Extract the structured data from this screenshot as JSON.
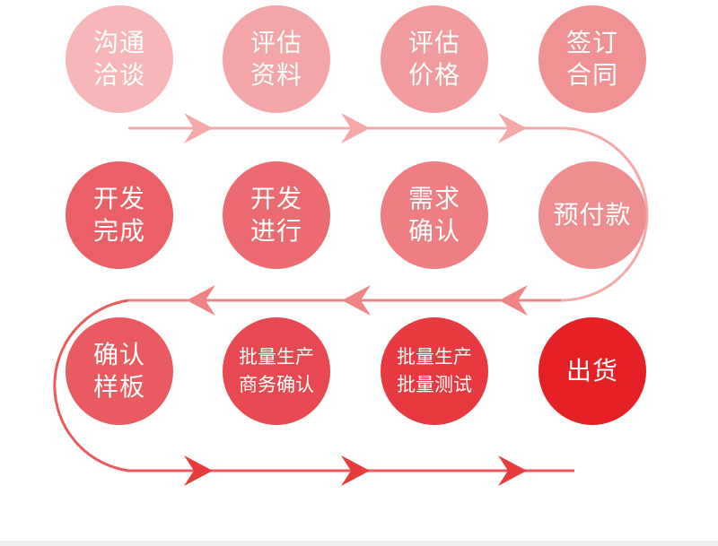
{
  "colors": {
    "path_top": "#f4a8a8",
    "path_mid": "#f08484",
    "path_bottom": "#ea5a5a",
    "arrow_top": "#f4a8a8",
    "arrow_mid": "#f08484",
    "arrow_bottom": "#e83c3c"
  },
  "steps": [
    {
      "lines": [
        "沟通",
        "洽谈"
      ],
      "color": "#f7b7b9"
    },
    {
      "lines": [
        "评估",
        "资料"
      ],
      "color": "#f4a5a8"
    },
    {
      "lines": [
        "评估",
        "价格"
      ],
      "color": "#f29b9e"
    },
    {
      "lines": [
        "签订",
        "合同"
      ],
      "color": "#f09194"
    },
    {
      "lines": [
        "预付款"
      ],
      "color": "#ef8e90"
    },
    {
      "lines": [
        "需求",
        "确认"
      ],
      "color": "#ee7e82"
    },
    {
      "lines": [
        "开发",
        "进行"
      ],
      "color": "#ec6b70"
    },
    {
      "lines": [
        "开发",
        "完成"
      ],
      "color": "#ea6066"
    },
    {
      "lines": [
        "确认",
        "样板"
      ],
      "color": "#e95b61"
    },
    {
      "lines": [
        "批量生产",
        "商务确认"
      ],
      "color": "#e84950"
    },
    {
      "lines": [
        "批量生产",
        "批量测试"
      ],
      "color": "#e7393f"
    },
    {
      "lines": [
        "出货"
      ],
      "color": "#e52024"
    }
  ]
}
